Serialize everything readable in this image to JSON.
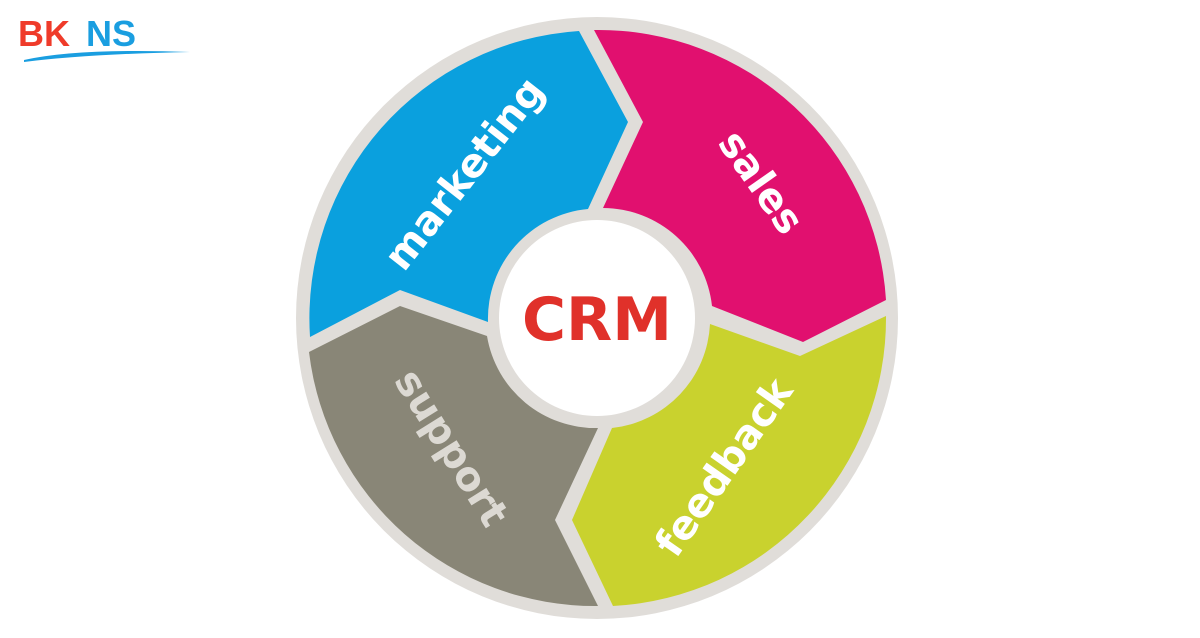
{
  "logo": {
    "text_red": "BK",
    "text_blue": "NS"
  },
  "center": {
    "label": "CRM"
  },
  "segments": [
    {
      "label": "marketing",
      "color": "#0aa0de"
    },
    {
      "label": "sales",
      "color": "#e1106f"
    },
    {
      "label": "feedback",
      "color": "#c9d22e"
    },
    {
      "label": "support",
      "color": "#898677"
    }
  ],
  "colors": {
    "ring": "#e0ddd9",
    "crm": "#e0312a",
    "logo_red": "#ef3b2a",
    "logo_blue": "#1a9ee0",
    "support_text": "#dcd9d3"
  }
}
